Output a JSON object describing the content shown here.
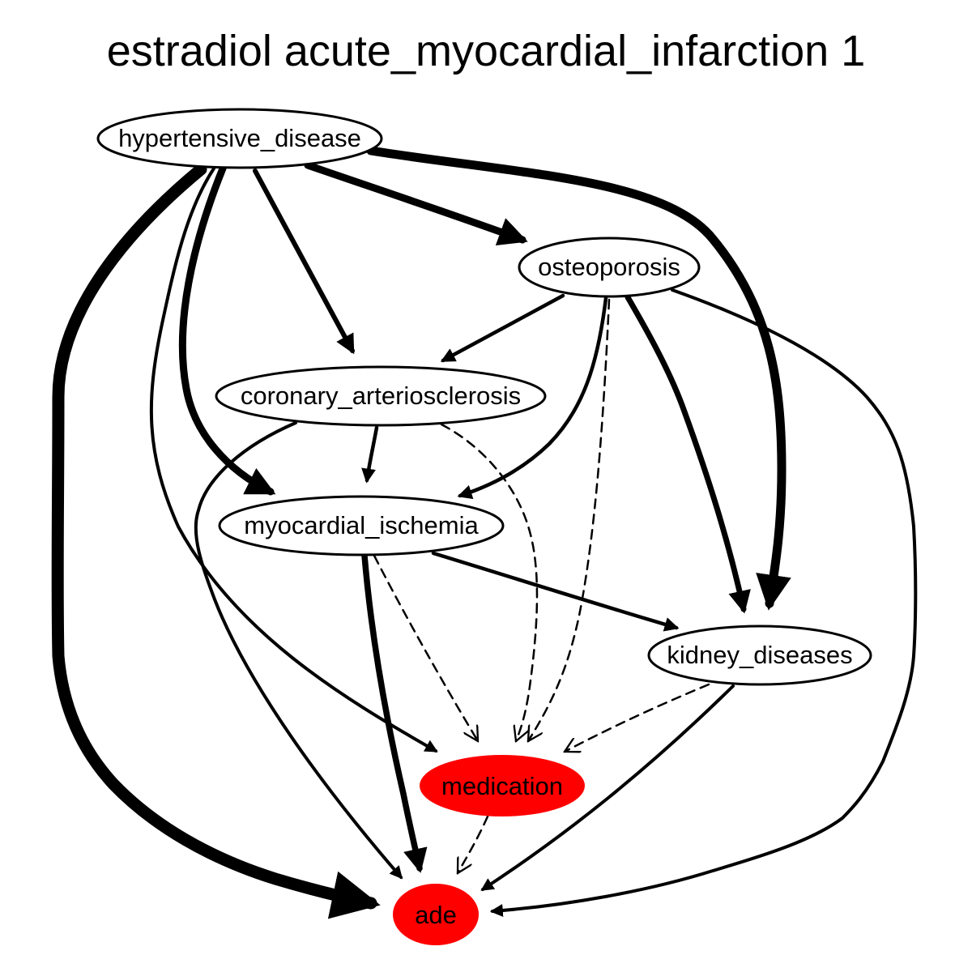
{
  "title": "estradiol acute_myocardial_infarction 1",
  "colors": {
    "highlight": "#ff0000",
    "node_fill": "#ffffff",
    "stroke": "#000000"
  },
  "nodes": {
    "hypertensive_disease": {
      "label": "hypertensive_disease",
      "highlight": false
    },
    "osteoporosis": {
      "label": "osteoporosis",
      "highlight": false
    },
    "coronary_arteriosclerosis": {
      "label": "coronary_arteriosclerosis",
      "highlight": false
    },
    "myocardial_ischemia": {
      "label": "myocardial_ischemia",
      "highlight": false
    },
    "kidney_diseases": {
      "label": "kidney_diseases",
      "highlight": false
    },
    "medication": {
      "label": "medication",
      "highlight": true
    },
    "ade": {
      "label": "ade",
      "highlight": true
    }
  },
  "edges": [
    {
      "from": "hypertensive_disease",
      "to": "osteoporosis",
      "style": "solid",
      "weight": "heavy"
    },
    {
      "from": "hypertensive_disease",
      "to": "kidney_diseases",
      "style": "solid",
      "weight": "heavy"
    },
    {
      "from": "hypertensive_disease",
      "to": "coronary_arteriosclerosis",
      "style": "solid",
      "weight": "medium"
    },
    {
      "from": "hypertensive_disease",
      "to": "myocardial_ischemia",
      "style": "solid",
      "weight": "heavy"
    },
    {
      "from": "hypertensive_disease",
      "to": "medication",
      "style": "solid",
      "weight": "light"
    },
    {
      "from": "hypertensive_disease",
      "to": "ade",
      "style": "solid",
      "weight": "heaviest"
    },
    {
      "from": "osteoporosis",
      "to": "coronary_arteriosclerosis",
      "style": "solid",
      "weight": "light"
    },
    {
      "from": "osteoporosis",
      "to": "myocardial_ischemia",
      "style": "solid",
      "weight": "light"
    },
    {
      "from": "osteoporosis",
      "to": "kidney_diseases",
      "style": "solid",
      "weight": "medium"
    },
    {
      "from": "osteoporosis",
      "to": "medication",
      "style": "dashed",
      "weight": "thin"
    },
    {
      "from": "osteoporosis",
      "to": "ade",
      "style": "solid",
      "weight": "light"
    },
    {
      "from": "coronary_arteriosclerosis",
      "to": "myocardial_ischemia",
      "style": "solid",
      "weight": "light"
    },
    {
      "from": "coronary_arteriosclerosis",
      "to": "medication",
      "style": "dashed",
      "weight": "thin"
    },
    {
      "from": "coronary_arteriosclerosis",
      "to": "ade",
      "style": "solid",
      "weight": "light"
    },
    {
      "from": "myocardial_ischemia",
      "to": "kidney_diseases",
      "style": "solid",
      "weight": "light"
    },
    {
      "from": "myocardial_ischemia",
      "to": "medication",
      "style": "dashed",
      "weight": "thin"
    },
    {
      "from": "myocardial_ischemia",
      "to": "ade",
      "style": "solid",
      "weight": "medium"
    },
    {
      "from": "kidney_diseases",
      "to": "medication",
      "style": "dashed",
      "weight": "thin"
    },
    {
      "from": "kidney_diseases",
      "to": "ade",
      "style": "solid",
      "weight": "light"
    },
    {
      "from": "medication",
      "to": "ade",
      "style": "dashed",
      "weight": "thin"
    }
  ]
}
